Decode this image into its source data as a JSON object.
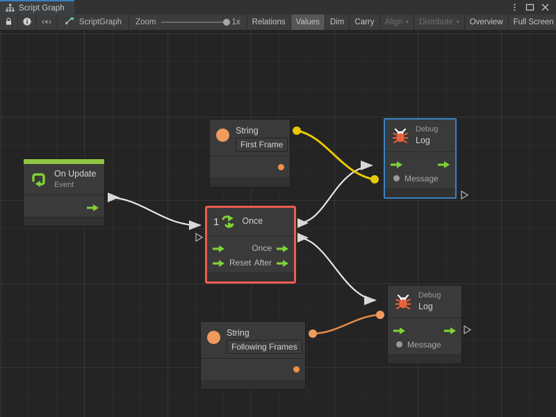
{
  "window": {
    "tab_label": "Script Graph",
    "tab_icon": "graph-hierarchy-icon",
    "controls": {
      "menu": "kebab-menu-icon",
      "maximize": "maximize-icon",
      "close": "close-icon"
    }
  },
  "toolbar": {
    "lock_icon": "lock-icon",
    "info_icon": "info-icon",
    "code_icon": "code-brackets-icon",
    "code_label": "‹×›",
    "graph_icon": "script-graph-icon",
    "graph_name": "ScriptGraph",
    "zoom_label": "Zoom",
    "zoom_value": "1x",
    "buttons": [
      {
        "label": "Relations",
        "state": "normal"
      },
      {
        "label": "Values",
        "state": "active"
      },
      {
        "label": "Dim",
        "state": "normal"
      },
      {
        "label": "Carry",
        "state": "normal"
      },
      {
        "label": "Align",
        "state": "disabled",
        "caret": "▾"
      },
      {
        "label": "Distribute",
        "state": "disabled",
        "caret": "▾"
      },
      {
        "label": "Overview",
        "state": "normal"
      },
      {
        "label": "Full Screen",
        "state": "normal"
      }
    ]
  },
  "graph": {
    "nodes": {
      "on_update": {
        "title": "On Update",
        "subtitle": "Event",
        "accent_color": "#8ec641",
        "icon": "update-loop-icon",
        "output_port": "flow-out"
      },
      "string_first": {
        "title": "String",
        "icon": "orange-circle-icon",
        "value": "First Frame",
        "output_dot": "value-out"
      },
      "string_following": {
        "title": "String",
        "icon": "orange-circle-icon",
        "value": "Following Frames",
        "output_dot": "value-out"
      },
      "once": {
        "title": "Once",
        "count": "1",
        "icon": "once-cycle-icon",
        "selected": true,
        "selection_color": "#f05c52",
        "inputs": [
          {
            "label": ""
          },
          {
            "label": "Reset"
          }
        ],
        "outputs": [
          {
            "label": "Once"
          },
          {
            "label": "After"
          }
        ]
      },
      "debug_log_top": {
        "subtitle": "Debug",
        "title": "Log",
        "icon": "bug-icon",
        "selected": true,
        "selection_color": "#3a84c4",
        "message_label": "Message"
      },
      "debug_log_bottom": {
        "subtitle": "Debug",
        "title": "Log",
        "icon": "bug-icon",
        "selected": false,
        "message_label": "Message"
      }
    },
    "connections": [
      {
        "from": "on_update",
        "to": "once",
        "kind": "flow",
        "color": "#e8e8e8"
      },
      {
        "from": "once.Once",
        "to": "debug_log_top",
        "kind": "flow",
        "color": "#e8e8e8"
      },
      {
        "from": "once.After",
        "to": "debug_log_bottom",
        "kind": "flow",
        "color": "#e8e8e8"
      },
      {
        "from": "string_first",
        "to": "debug_log_top.Message",
        "kind": "value",
        "color": "#e8c800"
      },
      {
        "from": "string_following",
        "to": "debug_log_bottom.Message",
        "kind": "value",
        "color": "#e08a4a"
      }
    ],
    "colors": {
      "flow_green": "#7fd136",
      "canvas_bg": "#242424",
      "node_bg": "#3a3a3a"
    }
  }
}
